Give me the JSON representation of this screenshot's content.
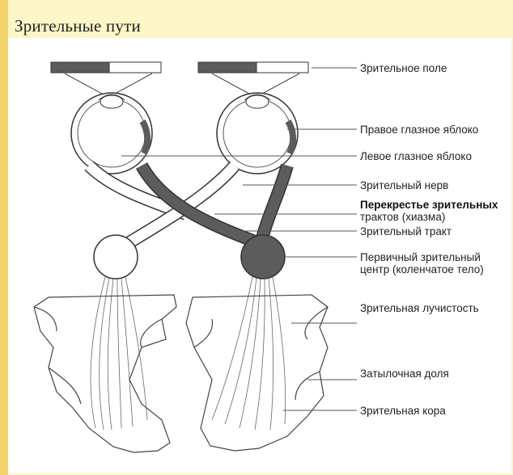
{
  "title": "Зрительные пути",
  "colors": {
    "background": "#fdf6c8",
    "accent_strip": "#f2d46a",
    "panel": "#ffffff",
    "dark_pathway": "#5c5c5c",
    "line": "#333333"
  },
  "labels": {
    "visual_field": "Зрительное поле",
    "right_eye": "Правое глазное яблоко",
    "left_eye": "Левое глазное яблоко",
    "optic_nerve": "Зрительный нерв",
    "chiasm_line1": "Перекрестье зрительных",
    "chiasm_line2": "трактов (хиазма)",
    "optic_tract": "Зрительный тракт",
    "lgn_line1": "Первичный зрительный",
    "lgn_line2": "центр (коленчатое тело)",
    "radiation": "Зрительная лучистость",
    "occipital_lobe": "Затылочная доля",
    "visual_cortex": "Зрительная кора"
  }
}
